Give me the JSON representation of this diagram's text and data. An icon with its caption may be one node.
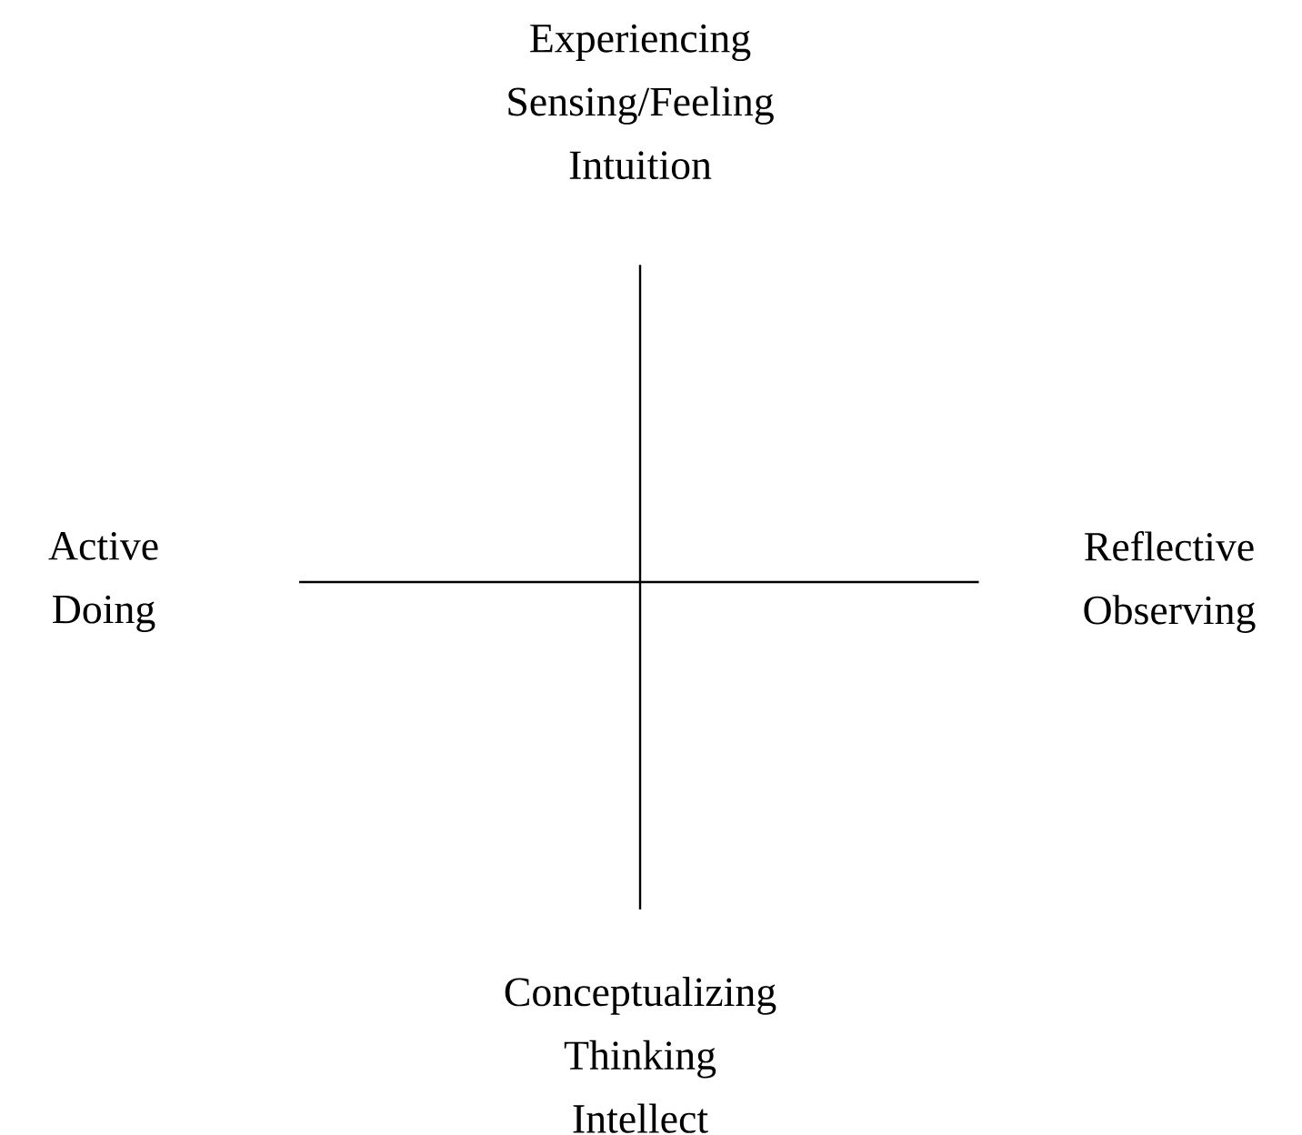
{
  "diagram": {
    "nodes": [
      {
        "text": [
          "Experiencing",
          "Sensing/Feeling",
          "Intuition"
        ]
      },
      {
        "text": [
          "Active",
          "Doing"
        ]
      },
      {
        "text": [
          "Reflective",
          "Observing"
        ]
      },
      {
        "text": [
          "Conceptualizing",
          "Thinking",
          "Intellect"
        ]
      }
    ],
    "edges": [
      {
        "from": 0,
        "to": 3,
        "arrow": "none"
      },
      {
        "from": 1,
        "to": 2,
        "arrow": "none"
      }
    ]
  }
}
